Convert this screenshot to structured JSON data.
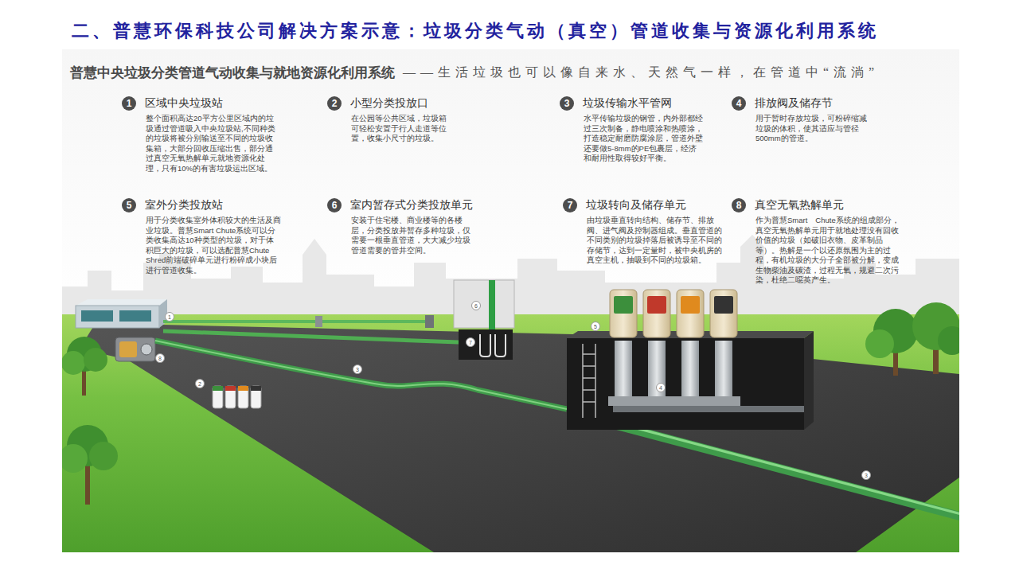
{
  "diagram": {
    "title": "二、普慧环保科技公司解决方案示意：垃圾分类气动（真空）管道收集与资源化利用系统",
    "nodes": [
      {
        "text": [
          "1"
        ]
      },
      {
        "text": [
          "2"
        ]
      },
      {
        "text": [
          "3"
        ]
      },
      {
        "text": [
          "4"
        ]
      },
      {
        "text": [
          "5"
        ]
      },
      {
        "text": [
          "6"
        ]
      },
      {
        "text": [
          "7"
        ]
      },
      {
        "text": [
          "8"
        ]
      },
      {
        "text": [
          "6"
        ]
      },
      {
        "text": [
          "1"
        ]
      },
      {
        "text": [
          "5"
        ]
      },
      {
        "text": [
          "7"
        ]
      },
      {
        "text": [
          "8"
        ]
      },
      {
        "text": [
          "3"
        ]
      },
      {
        "text": [
          "2"
        ]
      },
      {
        "text": [
          "4"
        ]
      },
      {
        "text": [
          "3"
        ]
      }
    ],
    "labels": [
      "普慧中央垃圾分类管道气动收集与就地资源化利用系统",
      "——生活垃圾也可以像自来水、天然气一样，在管道中“流淌”",
      "区域中央垃圾站",
      "整个面积高达20平方公里区域内的垃圾通过管道吸入中央垃圾站,不同种类的垃圾将被分别输送至不同的垃圾收集箱，大部分回收压缩出售，部分通过真空无氧热解单元就地资源化处理，只有10%的有害垃圾运出区域。",
      "小型分类投放口",
      "在公园等公共区域，垃圾箱可轻松安置于行人走道等位置，收集小尺寸的垃圾。",
      "垃圾传输水平管网",
      "水平传输垃圾的钢管，内外部都经过三次制备，静电喷涂和热喷涂，打造稳定耐磨防腐涂层，管道外壁还要做5-8mm的PE包裹层，经济和耐用性取得较好平衡。",
      "排放阀及储存节",
      "用于暂时存放垃圾，可粉碎缩减垃圾的体积，使其适应与管径500mm的管道。",
      "室外分类投放站",
      "用于分类收集室外体积较大的生活及商业垃圾。普慧Smart Chute系统可以分类收集高达10种类型的垃圾，对于体积巨大的垃圾，可以选配普慧Chute Shred前端破碎单元进行粉碎成小块后进行管道收集。",
      "室内暂存式分类投放单元",
      "安装于住宅楼、商业楼等的各楼层，分类投放并暂存多种垃圾，仅需要一根垂直管道，大大减少垃圾管道需要的管井空间。",
      "垃圾转向及储存单元",
      "由垃圾垂直转向结构、储存节、排放阀、进气阀及控制器组成。垂直管道的不同类别的垃圾掉落后被诱导至不同的存储节，达到一定量时，被中央机房的真空主机，抽吸到不同的垃圾箱。",
      "真空无氧热解单元",
      "作为普慧Smart　Chute系统的组成部分，真空无氧热解单元用于就地处理没有回收价值的垃圾（如破旧衣物、皮革制品等）。热解是一个以还原氛围为主的过程，有机垃圾的大分子全部被分解，变成生物柴油及碳渣，过程无氧，规避二次污染，杜绝二噁英产生。"
    ]
  }
}
